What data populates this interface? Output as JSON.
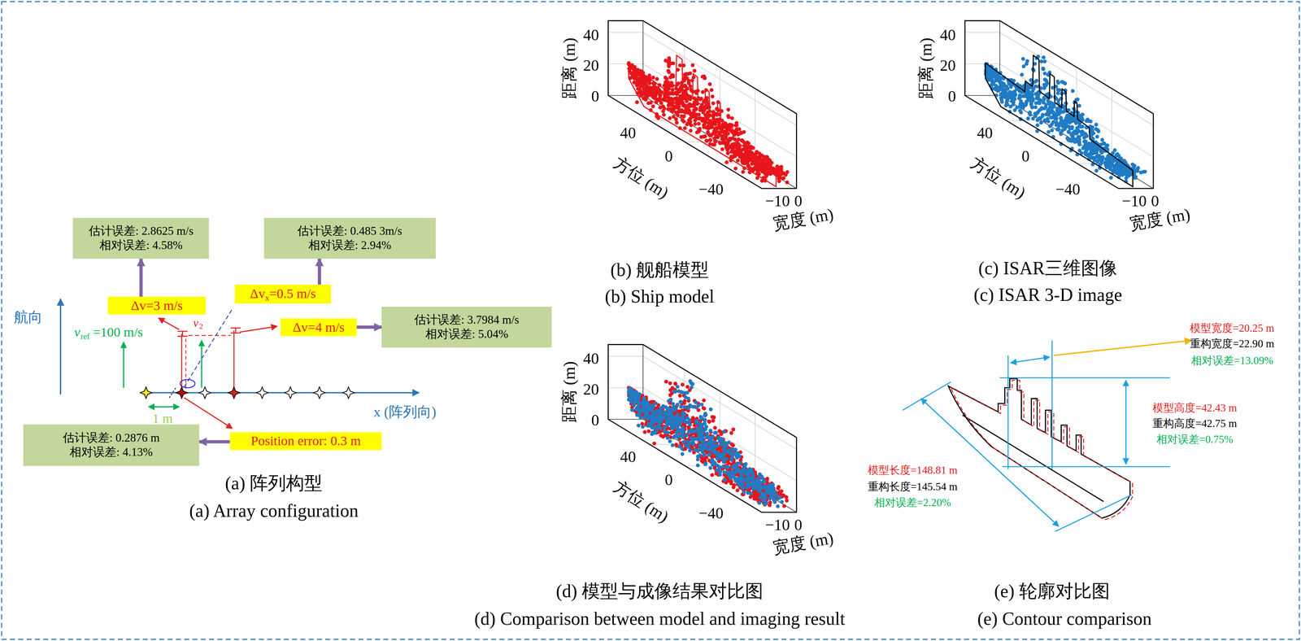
{
  "diagram": {
    "nodes": [
      {
        "text": [
          "估计误差: 2.8625 m/s",
          "相对误差: 4.58%"
        ]
      },
      {
        "text": [
          "估计误差: 0.485 3m/s",
          "相对误差: 2.94%"
        ]
      },
      {
        "text": [
          "估计误差: 3.7984 m/s",
          "相对误差: 5.04%"
        ]
      },
      {
        "text": [
          "Δv=3 m/s"
        ]
      },
      {
        "text": [
          "Δv",
          "x",
          "=0.5 m/s"
        ]
      },
      {
        "text": [
          "Δv=4 m/s"
        ]
      },
      {
        "text": [
          "Position error: 0.3 m"
        ]
      },
      {
        "text": [
          "估计误差: 0.2876 m",
          "相对误差: 4.13%"
        ]
      }
    ],
    "edges": [
      {
        "from": 3,
        "to": 0,
        "arrow": "to"
      },
      {
        "from": 4,
        "to": 1,
        "arrow": "to"
      },
      {
        "from": 5,
        "to": 2,
        "arrow": "to"
      },
      {
        "from": 6,
        "to": 7,
        "arrow": "to"
      }
    ],
    "labels": [
      "航向",
      "v",
      "ref",
      "=100 m/s",
      "v",
      "2",
      "1 m",
      "x (阵列向)",
      "(a) 阵列构型",
      "(a) Array configuration",
      "距离 (m)",
      "40",
      "20",
      "0",
      "40",
      "0",
      "−40",
      "方位 (m)",
      "−10",
      "0",
      "宽度 (m)",
      "(b) 舰船模型",
      "(b) Ship model",
      "距离 (m)",
      "40",
      "20",
      "0",
      "40",
      "0",
      "−40",
      "方位 (m)",
      "−10",
      "0",
      "宽度 (m)",
      "(c) ISAR三维图像",
      "(c) ISAR 3-D image",
      "距离 (m)",
      "40",
      "20",
      "0",
      "40",
      "0",
      "−40",
      "方位 (m)",
      "−10",
      "0",
      "宽度 (m)",
      "(d) 模型与成像结果对比图",
      "(d) Comparison between model and imaging result",
      "模型宽度=20.25 m",
      "重构宽度=22.90 m",
      "相对误差=13.09%",
      "模型高度=42.43 m",
      "重构高度=42.75 m",
      "相对误差=0.75%",
      "模型长度=148.81 m",
      "重构长度=145.54 m",
      "相对误差=2.20%",
      "(e) 轮廓对比图",
      "(e) Contour comparison"
    ]
  }
}
